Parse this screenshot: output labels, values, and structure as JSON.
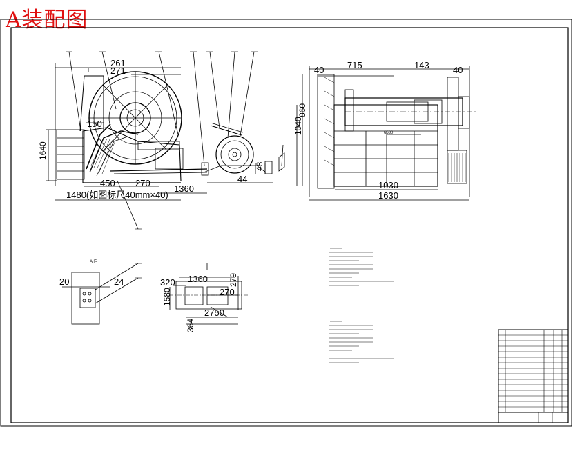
{
  "drawing": {
    "title": "A装配图",
    "title_color": "#e01010",
    "line_color": "#000000"
  },
  "front_view": {
    "dims": {
      "d261": "261",
      "d271": "271",
      "d150": "150",
      "d1640": "1640",
      "d450": "450",
      "d270": "270",
      "d1360": "1360",
      "d1480": "1480(如图标尺40mm×40)",
      "d44": "44",
      "d48": "48"
    }
  },
  "side_view": {
    "dims": {
      "d715": "715",
      "d143": "143",
      "d40a": "40",
      "d40b": "40",
      "d1040": "1040",
      "d860": "860",
      "d6530": "6530",
      "d1030": "1030",
      "d1630": "1630"
    }
  },
  "detail_a": {
    "label": "A 向",
    "d20": "20",
    "d24": "24"
  },
  "detail_b": {
    "d1360": "1360",
    "d320": "320",
    "d279": "279",
    "d1580": "1580",
    "d270": "270",
    "d364": "364",
    "d2750": "2750"
  }
}
